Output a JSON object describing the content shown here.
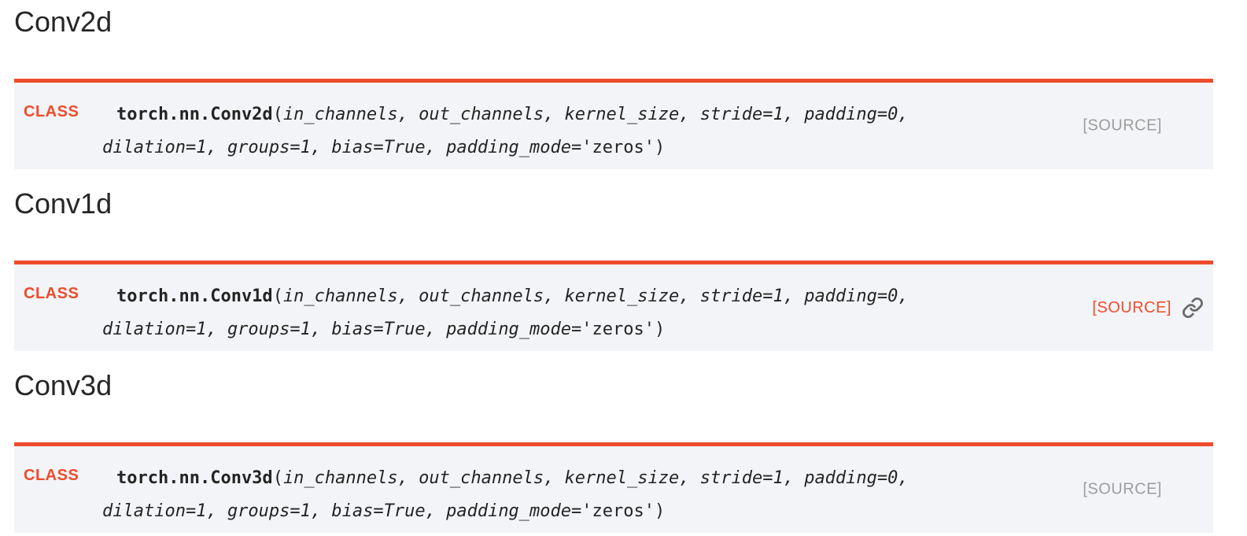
{
  "page": {
    "accent_color": "#ee4c2c",
    "block_background": "#f3f4f7",
    "heading_color": "#262626",
    "code_color": "#242424",
    "source_muted_color": "#9d9d9d",
    "source_highlight_color": "#ee4c2c",
    "link_icon_color": "#6b6b6c"
  },
  "signatures": [
    {
      "heading": "Conv2d",
      "class_label": "CLASS",
      "code_name": "torch.nn.Conv2d",
      "paren_open": "(",
      "params_line1": "in_channels, out_channels, kernel_size, stride=1, padding=0,",
      "params_line2": "dilation=1, groups=1, bias=True, padding_mode=",
      "default_value": "'zeros'",
      "paren_close": ")",
      "source_label": "[SOURCE]",
      "source_state": "muted",
      "has_link_icon": false
    },
    {
      "heading": "Conv1d",
      "class_label": "CLASS",
      "code_name": "torch.nn.Conv1d",
      "paren_open": "(",
      "params_line1": "in_channels, out_channels, kernel_size, stride=1, padding=0,",
      "params_line2": "dilation=1, groups=1, bias=True, padding_mode=",
      "default_value": "'zeros'",
      "paren_close": ")",
      "source_label": "[SOURCE]",
      "source_state": "highlight",
      "has_link_icon": true,
      "link_icon": "chain-link-icon"
    },
    {
      "heading": "Conv3d",
      "class_label": "CLASS",
      "code_name": "torch.nn.Conv3d",
      "paren_open": "(",
      "params_line1": "in_channels, out_channels, kernel_size, stride=1, padding=0,",
      "params_line2": "dilation=1, groups=1, bias=True, padding_mode=",
      "default_value": "'zeros'",
      "paren_close": ")",
      "source_label": "[SOURCE]",
      "source_state": "muted",
      "has_link_icon": false
    }
  ]
}
